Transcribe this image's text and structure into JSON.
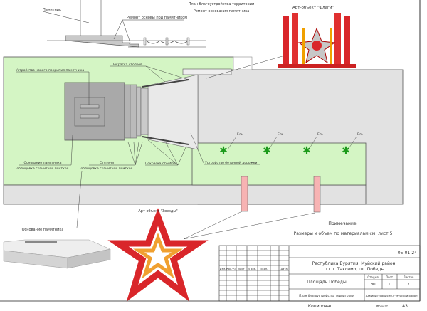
{
  "header": {
    "plan_title": "План благоустройства территории",
    "plan_subtitle": "Ремонт основания памятника"
  },
  "section": {
    "monument_label": "Памятник",
    "base_repair_label": "Ремонт основы под памятником"
  },
  "plan": {
    "new_cover_label": "Устройство нового покрытия памятника",
    "paint_posts_top": "Покраска столбов",
    "paint_posts_bottom": "Покраска столбов",
    "base_label_1": "Основание памятника",
    "base_label_2": "облицовка гранитной плиткой",
    "steps_label_1": "Ступени",
    "steps_label_2": "облицовка гранитной плиткой",
    "concrete_path_label": "Устройство бетонной дорожки",
    "trees": [
      "Ель",
      "Ель",
      "Ель",
      "Ель"
    ]
  },
  "art_objects": {
    "flags_label": "Арт-объект \"Флаги\"",
    "star_label": "Арт объект \"Звезды\"",
    "base_3d_label": "Основание памятника"
  },
  "note": {
    "title": "Примечание:",
    "text": "Размеры и объем по материалам см. лист 5"
  },
  "title_block": {
    "code": "05-01-24",
    "location_1": "Республика Бурятия, Муйский район,",
    "location_2": "п.г.т. Таксимо, пл. Победы",
    "columns": [
      "Изм.",
      "Кол.уч.",
      "Лист",
      "N док.",
      "Подп.",
      "Дата"
    ],
    "object_name": "Площадь Победы",
    "stage_header": "Стадия",
    "sheet_header": "Лист",
    "sheets_header": "Листов",
    "stage": "ЭП",
    "sheet": "1",
    "sheets": "7",
    "drawing_name": "План благоустройства территории",
    "organization": "Администрация МО \"Муйский район\"",
    "copied": "Копировал",
    "format_label": "Формат",
    "format": "А3"
  },
  "colors": {
    "grass": "#d4f5c4",
    "paving": "#e2e2e2",
    "post": "#f7b3b3",
    "tree": "#1a9a1a",
    "star": "#d9262a"
  }
}
